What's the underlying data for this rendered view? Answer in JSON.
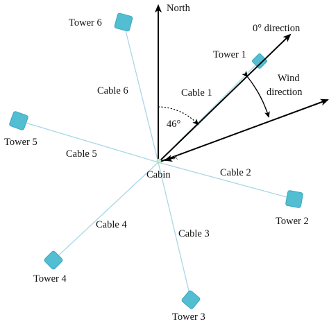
{
  "labels": {
    "north": "North",
    "zero_direction": "0° direction",
    "wind_line1": "Wind",
    "wind_line2": "direction",
    "angle": "46°",
    "cabin": "Cabin"
  },
  "towers": [
    {
      "name": "Tower 1"
    },
    {
      "name": "Tower 2"
    },
    {
      "name": "Tower 3"
    },
    {
      "name": "Tower 4"
    },
    {
      "name": "Tower 5"
    },
    {
      "name": "Tower 6"
    }
  ],
  "cables": [
    {
      "name": "Cable 1"
    },
    {
      "name": "Cable 2"
    },
    {
      "name": "Cable 3"
    },
    {
      "name": "Cable 4"
    },
    {
      "name": "Cable 5"
    },
    {
      "name": "Cable 6"
    }
  ],
  "colors": {
    "tower": "#53bdd1",
    "cable": "#a9d7e6",
    "arrow": "#000000"
  }
}
